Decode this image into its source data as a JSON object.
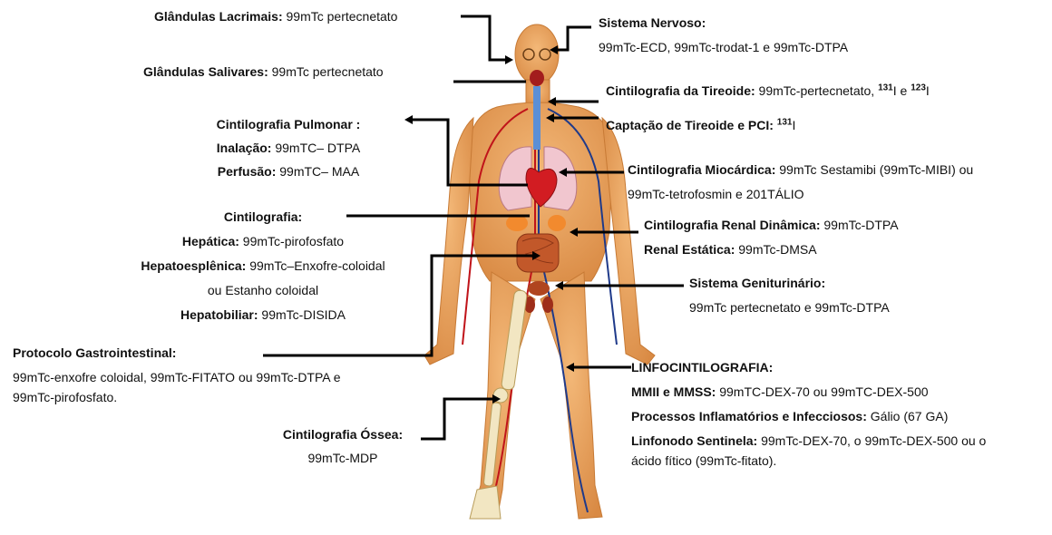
{
  "lacrimal": {
    "title": "Glândulas Lacrimais:",
    "text": " 99mTc pertecnetato"
  },
  "salivary": {
    "title": "Glândulas Salivares:",
    "text": " 99mTc pertecnetato"
  },
  "pulmonary": {
    "title": "Cintilografia Pulmonar :",
    "inhalation_label": "Inalação:",
    "inhalation_text": " 99mTC– DTPA",
    "perfusion_label": "Perfusão:",
    "perfusion_text": " 99mTC– MAA"
  },
  "hepatic": {
    "title": "Cintilografia:",
    "hepatica_label": "Hepática:",
    "hepatica_text": " 99mTc-pirofosfato",
    "hepatoesplenica_label": "Hepatoesplênica:",
    "hepatoesplenica_text": " 99mTc–Enxofre-coloidal",
    "hepatoesplenica_line2": "ou Estanho coloidal",
    "hepatobiliar_label": "Hepatobiliar:",
    "hepatobiliar_text": "  99mTc-DISIDA"
  },
  "gastro": {
    "title": "Protocolo Gastrointestinal:",
    "line1": "99mTc-enxofre coloidal, 99mTc-FITATO ou 99mTc-DTPA e",
    "line2": "99mTc-pirofosfato."
  },
  "bone": {
    "title": "Cintilografia Óssea:",
    "text": "99mTc-MDP"
  },
  "nervous": {
    "title": "Sistema Nervoso:",
    "text": "99mTc-ECD, 99mTc-trodat-1 e 99mTc-DTPA"
  },
  "thyroid": {
    "title": "Cintilografia da Tireoide:",
    "text": " 99mTc-pertecnetato, ",
    "sup1": "131",
    "mid": "I e ",
    "sup2": "123",
    "end": "I"
  },
  "uptake": {
    "title": "Captação de Tireoide e PCI:",
    "sup": "131",
    "end": "I"
  },
  "myocardial": {
    "title": "Cintilografia Miocárdica:",
    "text": " 99mTc Sestamibi (99mTc-MIBI) ou",
    "line2": "99mTc-tetrofosmin e 201TÁLIO"
  },
  "renal": {
    "dynamic_label": "Cintilografia Renal Dinâmica:",
    "dynamic_text": "  99mTc-DTPA",
    "static_label": "Renal Estática:",
    "static_text": "  99mTc-DMSA"
  },
  "genito": {
    "title": "Sistema Geniturinário:",
    "text": "99mTc pertecnetato  e 99mTc-DTPA"
  },
  "lympho": {
    "title": "LINFOCINTILOGRAFIA:",
    "mmii_label": "MMII e MMSS:",
    "mmii_text": " 99mTC-DEX-70 ou 99mTC-DEX-500",
    "infl_label": "Processos Inflamatórios e Infecciosos:",
    "infl_text": " Gálio (67 GA)",
    "sentinel_label": "Linfonodo Sentinela:",
    "sentinel_text": " 99mTc-DEX-70, o 99mTc-DEX-500 ou o",
    "sentinel_line2": "ácido fítico (99mTc-fitato)."
  },
  "colors": {
    "skin": "#e9a361",
    "artery": "#c0141a",
    "vein": "#1f3a8a",
    "lungs": "#f1c6cf",
    "bone": "#f2e6c2",
    "arrow": "#000000"
  }
}
